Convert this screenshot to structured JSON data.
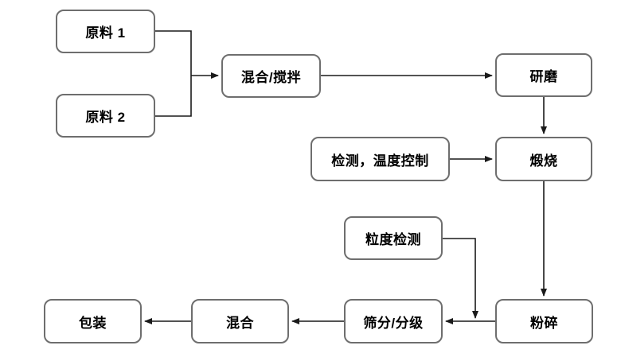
{
  "diagram": {
    "type": "flowchart",
    "language": "zh-CN",
    "colors": {
      "background": "#ffffff",
      "node_fill": "#ffffff",
      "node_border": "#6e6e6e",
      "text": "#000000",
      "connector": "#1a1a1a"
    },
    "nodes": [
      {
        "id": "raw-material-1",
        "label": "原料 1"
      },
      {
        "id": "raw-material-2",
        "label": "原料 2"
      },
      {
        "id": "mixing-stirring",
        "label": "混合/搅拌"
      },
      {
        "id": "grinding",
        "label": "研磨"
      },
      {
        "id": "temp-control",
        "label": "检测，温度控制"
      },
      {
        "id": "calcination",
        "label": "煅烧"
      },
      {
        "id": "particle-testing",
        "label": "粒度检测"
      },
      {
        "id": "crushing",
        "label": "粉碎"
      },
      {
        "id": "sieving-grading",
        "label": "筛分/分级"
      },
      {
        "id": "mixing",
        "label": "混合"
      },
      {
        "id": "packaging",
        "label": "包装"
      }
    ],
    "edges": [
      {
        "from": "原料 1",
        "to": "混合/搅拌"
      },
      {
        "from": "原料 2",
        "to": "混合/搅拌"
      },
      {
        "from": "混合/搅拌",
        "to": "研磨"
      },
      {
        "from": "研磨",
        "to": "煅烧"
      },
      {
        "from": "检测，温度控制",
        "to": "煅烧"
      },
      {
        "from": "煅烧",
        "to": "粉碎"
      },
      {
        "from": "粒度检测",
        "to": "筛分/分级"
      },
      {
        "from": "粉碎",
        "to": "筛分/分级"
      },
      {
        "from": "筛分/分级",
        "to": "混合"
      },
      {
        "from": "混合",
        "to": "包装"
      }
    ]
  }
}
